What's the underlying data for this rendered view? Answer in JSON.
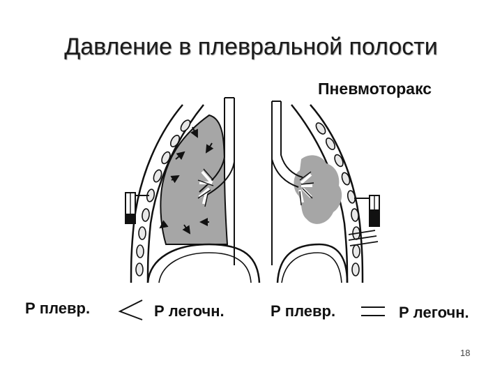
{
  "slide": {
    "title": "Давление в плевральной полости",
    "subtitle": "Пневмоторакс",
    "page_number": "18"
  },
  "left_relation": {
    "p_pleural": "Р плевр.",
    "sign": "<",
    "p_lung": "Р легочн."
  },
  "right_relation": {
    "p_pleural": "Р плевр.",
    "sign": "=",
    "p_lung": "Р легочн."
  }
}
